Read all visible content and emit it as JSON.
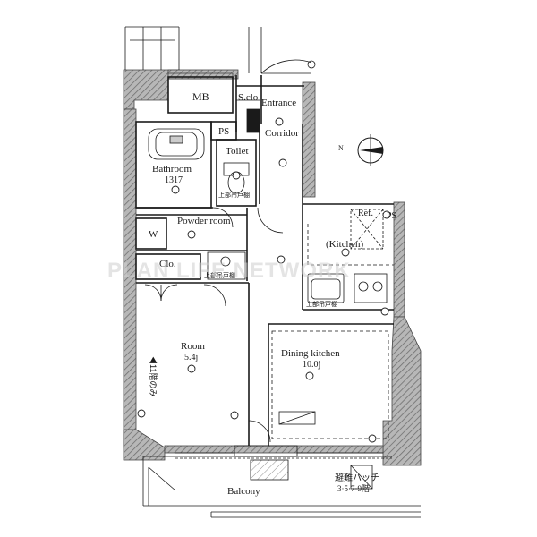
{
  "rooms": {
    "mb": "MB",
    "s_clo": "S.clo",
    "entrance": "Entrance",
    "ps_top": "PS",
    "corridor": "Corridor",
    "bathroom": "Bathroom",
    "bathroom_size": "1317",
    "toilet": "Toilet",
    "powder_room": "Powder room",
    "w": "W",
    "ref": "Ref.",
    "ps_kitchen": "PS",
    "kitchen": "(Kitchen)",
    "clo": "Clo.",
    "room": "Room",
    "room_size": "5.4j",
    "dining_kitchen": "Dining kitchen",
    "dining_size": "10.0j",
    "balcony": "Balcony",
    "hatch_line1": "避難ハッチ",
    "hatch_line2": "3·5·7·9階",
    "floor_note": "◀11階のみ",
    "upper_cabinet1": "上部吊戸棚",
    "upper_cabinet2": "上部吊戸棚",
    "upper_cabinet3": "上部吊戸棚"
  },
  "compass": {
    "north": "N"
  },
  "watermark": "PLAN LIFE NETWORK",
  "colors": {
    "wall": "#8a8a8a",
    "hatch": "#6f6f6f",
    "line": "#1a1a1a"
  }
}
